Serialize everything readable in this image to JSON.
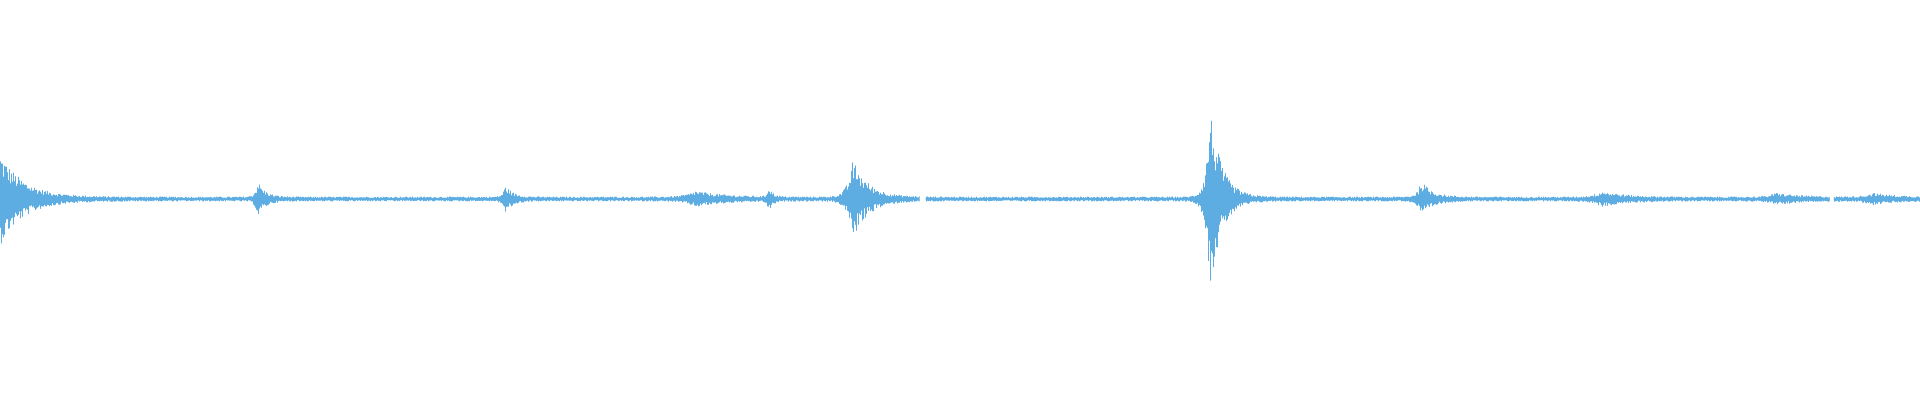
{
  "waveform": {
    "color": "#5DADE2",
    "background": "#ffffff",
    "peaks": [
      {
        "position": 0.0,
        "amplitude": 0.22,
        "decay": 0.012
      },
      {
        "position": 0.134,
        "amplitude": 0.08,
        "decay": 0.004
      },
      {
        "position": 0.263,
        "amplitude": 0.06,
        "decay": 0.004
      },
      {
        "position": 0.362,
        "amplitude": 0.03,
        "decay": 0.015
      },
      {
        "position": 0.4,
        "amplitude": 0.06,
        "decay": 0.002
      },
      {
        "position": 0.444,
        "amplitude": 0.19,
        "decay": 0.008
      },
      {
        "position": 0.63,
        "amplitude": 0.45,
        "decay": 0.006
      },
      {
        "position": 0.74,
        "amplitude": 0.08,
        "decay": 0.006
      },
      {
        "position": 0.834,
        "amplitude": 0.03,
        "decay": 0.012
      },
      {
        "position": 0.925,
        "amplitude": 0.02,
        "decay": 0.012
      },
      {
        "position": 0.975,
        "amplitude": 0.02,
        "decay": 0.012
      }
    ],
    "noise_floor": 0.012,
    "gaps": [
      {
        "start": 0.479,
        "end": 0.482
      },
      {
        "start": 0.953,
        "end": 0.955
      }
    ]
  }
}
